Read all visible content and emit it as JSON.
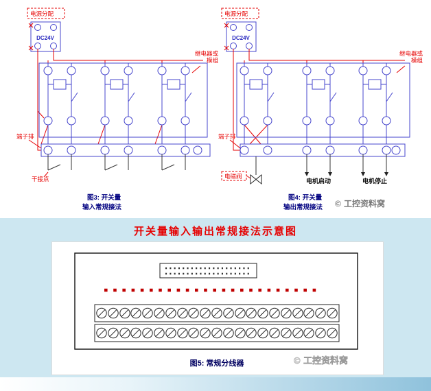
{
  "section_title": "开关量输入输出常规接法示意图",
  "input_diagram": {
    "power_label": "电源分配",
    "supply": "DC24V",
    "relay_line1": "继电器或",
    "relay_line2": "模组",
    "terminal_strip": "端子排",
    "dry_contact": "干接点",
    "caption_line1": "图3: 开关量",
    "caption_line2": "输入常规接法"
  },
  "output_diagram": {
    "power_label": "电源分配",
    "supply": "DC24V",
    "relay_line1": "继电器或",
    "relay_line2": "模组",
    "terminal_strip": "端子排",
    "valve": "电磁阀",
    "motor_start": "电机启动",
    "motor_stop": "电机停止",
    "caption_line1": "图4: 开关量",
    "caption_line2": "输出常规接法"
  },
  "breakout": {
    "caption": "图5: 常规分线器"
  },
  "watermark": {
    "symbol": "©",
    "text": "工控资料窝"
  },
  "colors": {
    "accent_red": "#e60000",
    "wire_blue": "#4444cc",
    "caption_navy": "#000080",
    "dot_red": "#c00000",
    "bg_blue": "#cde7f1"
  }
}
